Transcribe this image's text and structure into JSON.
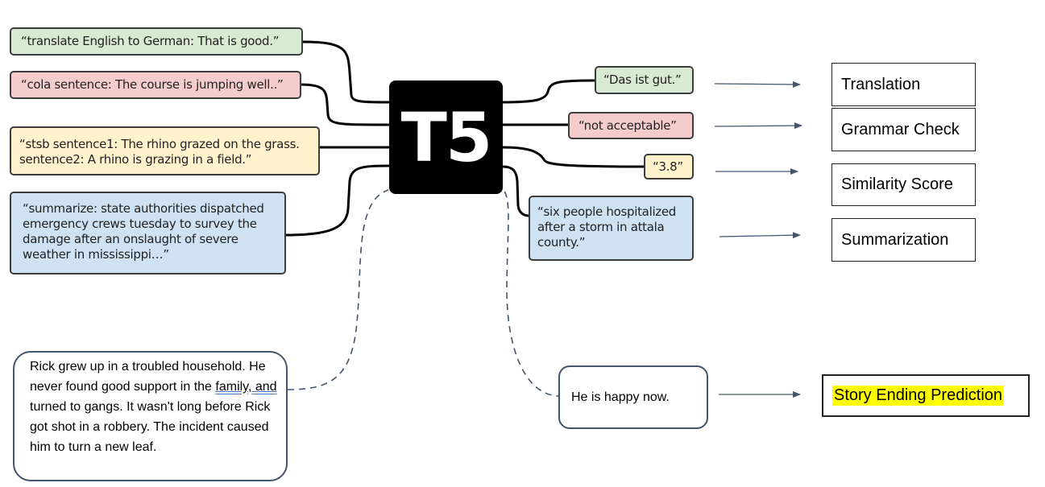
{
  "model": {
    "name": "T5"
  },
  "inputs": [
    {
      "text": "“translate English to German:  That is good.”",
      "color": "#d9ead3"
    },
    {
      "text": "“cola sentence: The course is jumping well..”",
      "color": "#f4cccc"
    },
    {
      "text": "“stsb sentence1: The rhino grazed on the grass.\n sentence2: A rhino is grazing in a field.”",
      "color": "#fff2cc"
    },
    {
      "text": "“summarize: state authorities dispatched\nemergency crews tuesday to survey the\ndamage after an onslaught of severe\nweather in mississippi…”",
      "color": "#cfe2f3"
    }
  ],
  "outputs": [
    {
      "text": "“Das ist gut.”",
      "color": "#d9ead3"
    },
    {
      "text": "“not acceptable”",
      "color": "#f4cccc"
    },
    {
      "text": "“3.8”",
      "color": "#fff2cc"
    },
    {
      "text": "“six people hospitalized\nafter a storm in attala\ncounty.”",
      "color": "#cfe2f3"
    }
  ],
  "tasks": [
    {
      "label": "Translation"
    },
    {
      "label": "Grammar Check"
    },
    {
      "label": "Similarity Score"
    },
    {
      "label": "Summarization"
    },
    {
      "label": "Story Ending Prediction",
      "highlight": "#ffff00"
    }
  ],
  "story": {
    "before": "Rick grew up in a troubled household. He never found good support in the ",
    "underlined": "family, and",
    "after": " turned to gangs. It wasn't long before Rick got shot in a robbery. The incident caused him to turn a new leaf."
  },
  "story_answer": "He is happy now."
}
